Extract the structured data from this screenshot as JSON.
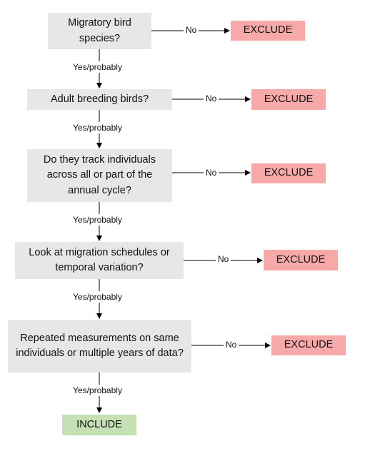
{
  "questions": [
    "Migratory bird species?",
    "Adult breeding birds?",
    "Do they track individuals across all or part of the annual cycle?",
    "Look at migration schedules or temporal variation?",
    "Repeated measurements on same individuals or multiple years of data?"
  ],
  "labels": {
    "yes": "Yes/probably",
    "no": "No"
  },
  "outcomes": {
    "exclude": "EXCLUDE",
    "include": "INCLUDE"
  },
  "colors": {
    "question_bg": "#e7e7e7",
    "exclude_bg": "#f7a9a9",
    "include_bg": "#c5e0b4"
  }
}
